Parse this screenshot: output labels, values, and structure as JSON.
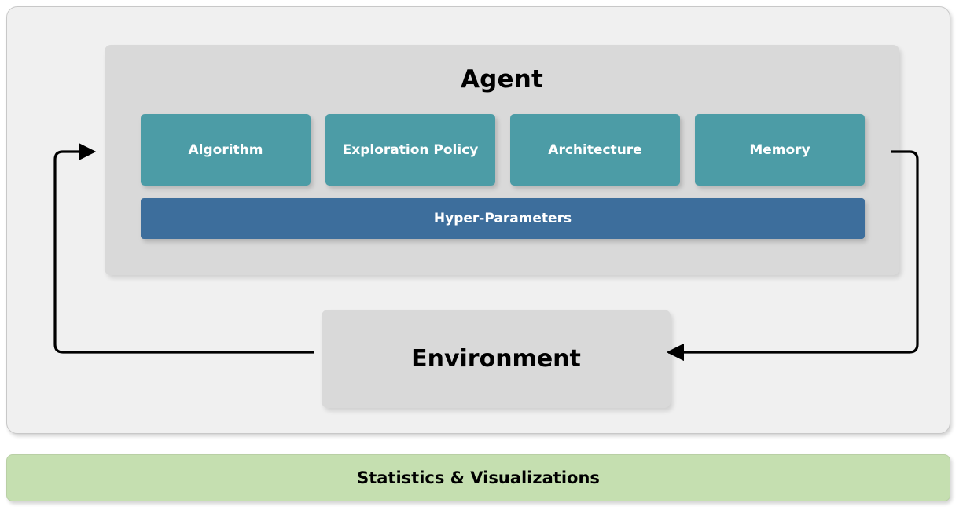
{
  "diagram": {
    "agent": {
      "title": "Agent",
      "components": [
        {
          "label": "Algorithm"
        },
        {
          "label": "Exploration Policy"
        },
        {
          "label": "Architecture"
        },
        {
          "label": "Memory"
        }
      ],
      "hyper_parameters_label": "Hyper-Parameters"
    },
    "environment": {
      "label": "Environment"
    },
    "statistics": {
      "label": "Statistics & Visualizations"
    },
    "connectors": [
      {
        "name": "environment-to-agent",
        "direction": "left-loop-up",
        "arrowhead": "into-agent"
      },
      {
        "name": "agent-to-environment",
        "direction": "right-loop-down",
        "arrowhead": "into-environment"
      }
    ],
    "colors": {
      "panel_background": "#f0f0f0",
      "panel_border": "#c8c8c8",
      "agent_background": "#d9d9d9",
      "component_teal": "#4c9ca6",
      "hyper_parameters_blue": "#3d6e9c",
      "environment_background": "#d9d9d9",
      "statistics_green": "#c5dfb0",
      "connector_stroke": "#000000",
      "text_light": "#ffffff",
      "text_dark": "#000000"
    }
  }
}
